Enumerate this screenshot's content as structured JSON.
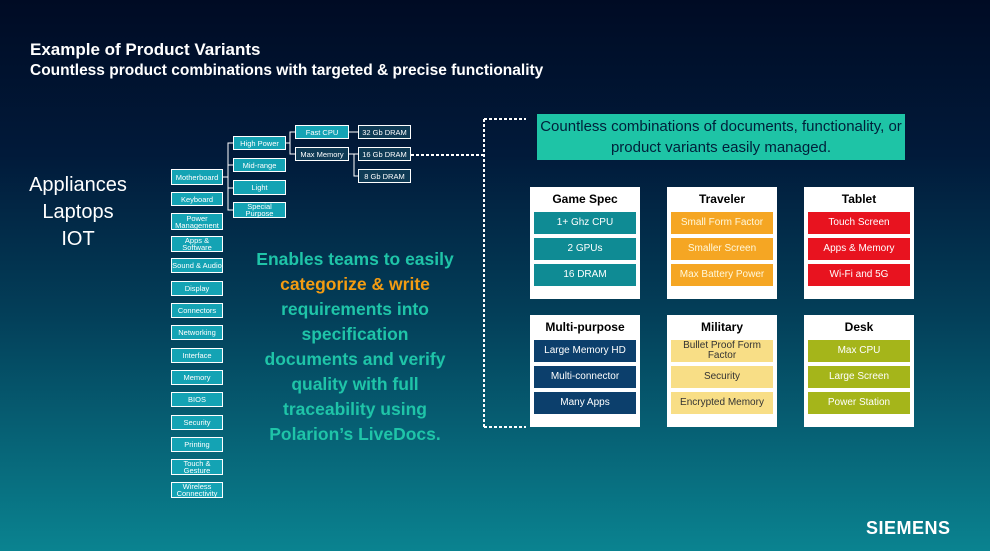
{
  "title": "Example of Product Variants",
  "subtitle": "Countless product combinations with targeted & precise functionality",
  "devices": [
    "Appliances",
    "Laptops",
    "IOT"
  ],
  "tree": {
    "categories": [
      "Motherboard",
      "Keyboard",
      "Power Management",
      "Apps & Software",
      "Sound & Audio",
      "Display",
      "Connectors",
      "Networking",
      "Interface",
      "Memory",
      "BIOS",
      "Security",
      "Printing",
      "Touch & Gesture",
      "Wireless Connectivity"
    ],
    "level2": [
      "High Power",
      "Mid-range",
      "Light",
      "Special Purpose"
    ],
    "level3": [
      "Fast CPU",
      "Max Memory"
    ],
    "level4": [
      "32 Gb DRAM",
      "16 Gb DRAM",
      "8 Gb DRAM"
    ]
  },
  "center_text": {
    "part1": "Enables teams to easily ",
    "highlight1": "categorize &",
    "highlight2": "write",
    "part2": " requirements into specification documents and verify quality with full traceability using Polarion’s LiveDocs."
  },
  "combinations_label": "Countless combinations of documents, functionality, or product variants easily managed.",
  "cards": [
    {
      "title": "Game Spec",
      "items": [
        "1+ Ghz CPU",
        "2 GPUs",
        "16 DRAM"
      ],
      "color": "#0f8b94"
    },
    {
      "title": "Traveler",
      "items": [
        "Small Form Factor",
        "Smaller Screen",
        "Max Battery Power"
      ],
      "color": "#f5a623"
    },
    {
      "title": "Tablet",
      "items": [
        "Touch Screen",
        "Apps & Memory",
        "Wi-Fi and 5G"
      ],
      "color": "#e8131f"
    },
    {
      "title": "Multi-purpose",
      "items": [
        "Large Memory HD",
        "Multi-connector",
        "Many Apps"
      ],
      "color": "#0c3f6c"
    },
    {
      "title": "Military",
      "items": [
        "Bullet Proof Form Factor",
        "Security",
        "Encrypted Memory"
      ],
      "color": "#f8de86"
    },
    {
      "title": "Desk",
      "items": [
        "Max CPU",
        "Large Screen",
        "Power Station"
      ],
      "color": "#a5b51a"
    }
  ],
  "logo": "SIEMENS"
}
